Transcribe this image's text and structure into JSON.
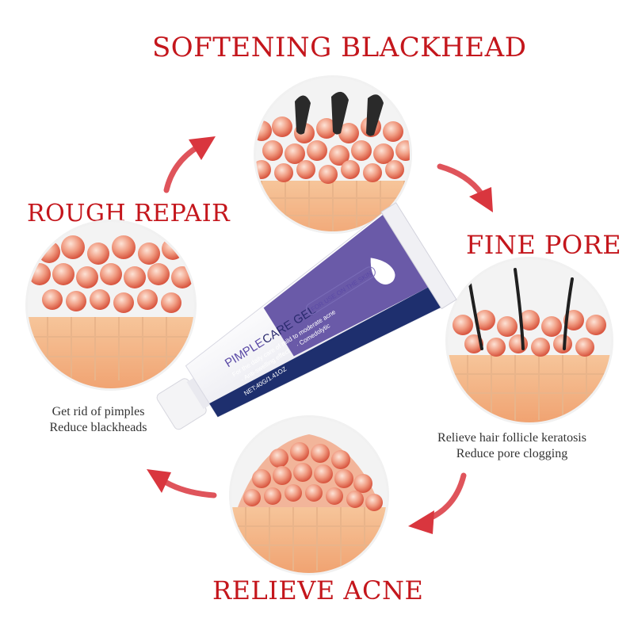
{
  "colors": {
    "heading_red": "#c4161c",
    "arrow_red": "#d9363e",
    "skin_orange": "#f2a77a",
    "cell_red": "#e0604c",
    "tube_purple": "#6a5aa8",
    "tube_navy": "#1e2f6e"
  },
  "headings": {
    "top": "SOFTENING BLACKHEAD",
    "left": "ROUGH REPAIR",
    "right": "FINE PORE",
    "bottom": "RELIEVE ACNE"
  },
  "captions": {
    "left_line1": "Get rid of pimples",
    "left_line2": "Reduce blackheads",
    "right_line1": "Relieve hair follicle keratosis",
    "right_line2": "Reduce pore clogging"
  },
  "product": {
    "name_part1": "PIMPLE",
    "name_part2": "CARE GEL",
    "usage_badge": "FOR USE ON THE SKIN",
    "description": "For the daily care of mild to moderate acne",
    "bullet1": "· Anti-swelling effect",
    "bullet2": "· Comedolytic",
    "net_weight": "NET:40G/1.41OZ"
  },
  "icons": [
    "arrow-icon",
    "skin-cross-section",
    "gel-tube",
    "droplet-icon",
    "hair-follicle"
  ]
}
